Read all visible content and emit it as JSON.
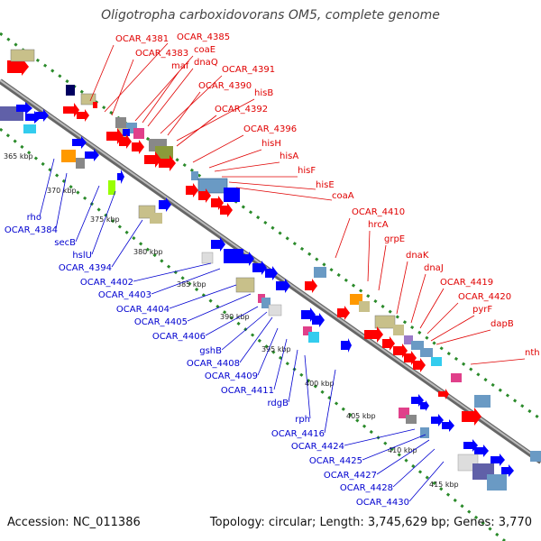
{
  "title": "Oligotropha carboxidovorans OM5, complete genome",
  "accession": "Accession: NC_011386",
  "topology": "Topology: circular; Length: 3,745,629 bp; Genes: 3,770",
  "colors": {
    "backbone": "#888888",
    "gc_dots": "#2a8a2a",
    "forward_label": "#e00000",
    "reverse_label": "#0000d0",
    "forward_gene": "#ff0000",
    "reverse_gene": "#0000ff",
    "cds_khaki": "#c8c08a",
    "cds_steel": "#6a9ac4",
    "cds_olive": "#8a9a3a",
    "cds_magenta": "#e0408a"
  },
  "scale_ticks": [
    "365 kbp",
    "370 kbp",
    "375 kbp",
    "380 kbp",
    "385 kbp",
    "390 kbp",
    "395 kbp",
    "400 kbp",
    "405 kbp",
    "410 kbp",
    "415 kbp"
  ],
  "forward_labels": [
    "OCAR_4381",
    "OCAR_4385",
    "OCAR_4383",
    "coaE",
    "maf",
    "dnaQ",
    "OCAR_4391",
    "OCAR_4390",
    "hisB",
    "OCAR_4392",
    "OCAR_4396",
    "hisH",
    "hisA",
    "hisF",
    "hisE",
    "coaA",
    "OCAR_4410",
    "hrcA",
    "grpE",
    "dnaK",
    "dnaJ",
    "OCAR_4419",
    "OCAR_4420",
    "pyrF",
    "dapB",
    "nth"
  ],
  "reverse_labels": [
    "rho",
    "OCAR_4384",
    "secB",
    "hslU",
    "OCAR_4394",
    "OCAR_4402",
    "OCAR_4403",
    "OCAR_4404",
    "OCAR_4405",
    "OCAR_4406",
    "gshB",
    "OCAR_4408",
    "OCAR_4409",
    "OCAR_4411",
    "rdgB",
    "rph",
    "OCAR_4416",
    "OCAR_4424",
    "OCAR_4425",
    "OCAR_4427",
    "OCAR_4428",
    "OCAR_4430"
  ]
}
